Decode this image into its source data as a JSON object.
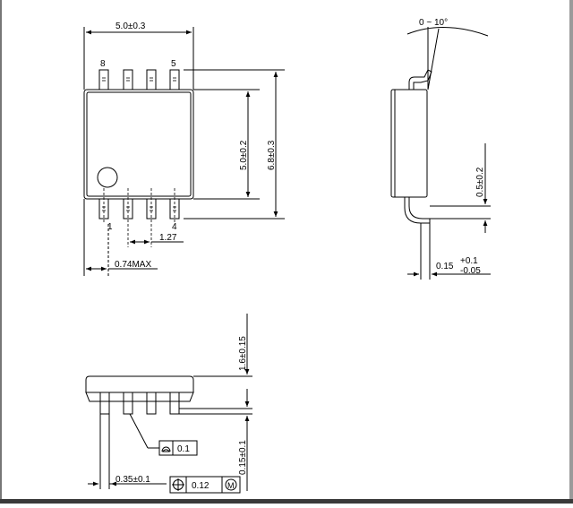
{
  "top_view": {
    "width_dim": "5.0±0.3",
    "body_len_dim": "5.0±0.2",
    "overall_len_dim": "6.8±0.3",
    "pin_pitch_dim": "1.27",
    "max_dim": "0.74MAX",
    "pin_labels": {
      "p8": "8",
      "p5": "5",
      "p1": "1",
      "p4": "4"
    }
  },
  "side_view": {
    "angle_dim": "0 ~ 10°",
    "lead_len_dim": "0.5±0.2",
    "lead_thk_base": "0.15",
    "lead_thk_plus": "+0.1",
    "lead_thk_minus": "-0.05"
  },
  "front_view": {
    "height_dim": "1.6±0.15",
    "standoff_dim": "0.15±0.1",
    "lead_width_dim": "0.35±0.1",
    "flatness_value": "0.1",
    "position_value": "0.12",
    "modifier": "M"
  },
  "colors": {
    "line": "#000000",
    "background": "#ffffff"
  },
  "icons": [
    "flatness-icon",
    "position-icon",
    "mmc-modifier-icon"
  ]
}
